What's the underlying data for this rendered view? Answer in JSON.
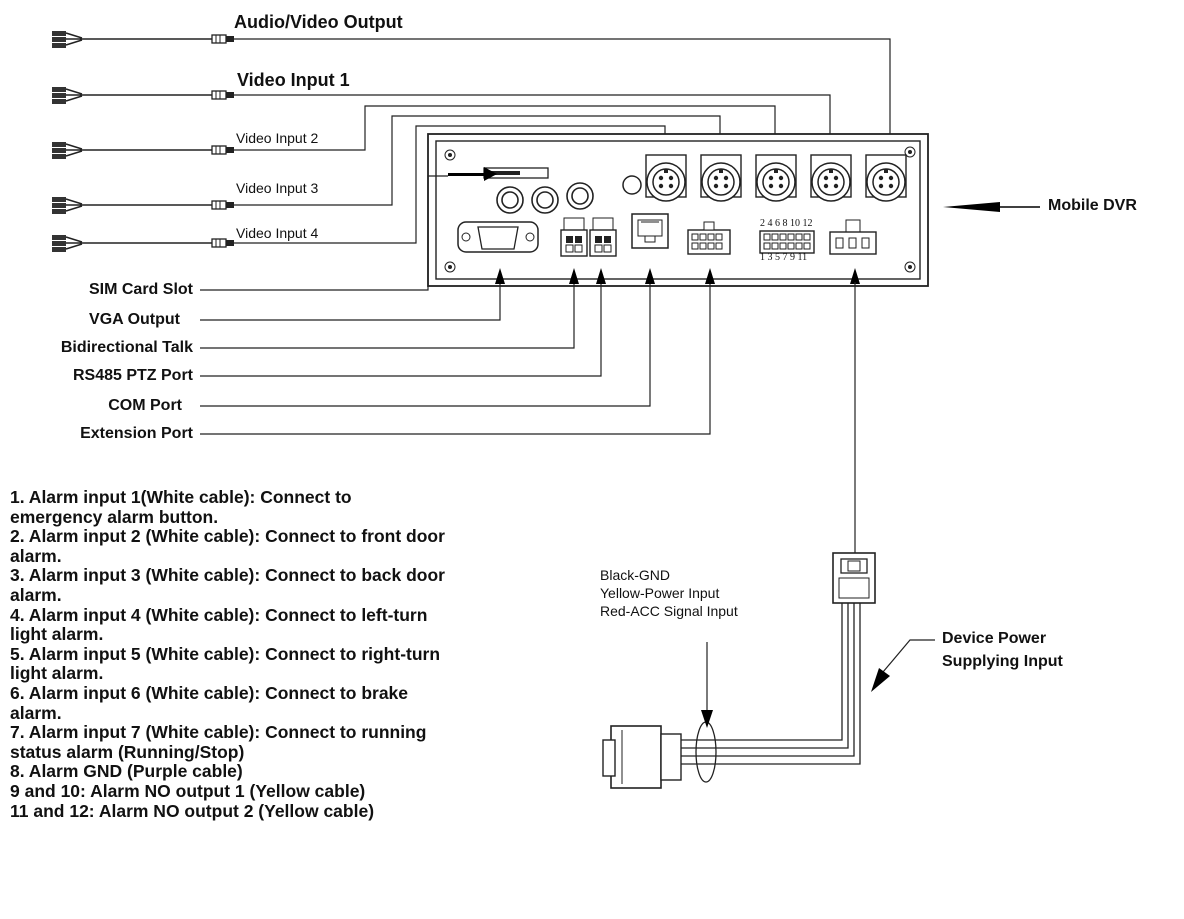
{
  "inputs": [
    {
      "label": "Audio/Video Output",
      "style": "bold"
    },
    {
      "label": "Video Input 1",
      "style": "bold"
    },
    {
      "label": "Video Input  2",
      "style": "normal"
    },
    {
      "label": "Video Input 3",
      "style": "normal"
    },
    {
      "label": "Video Input 4",
      "style": "normal"
    }
  ],
  "device_label": "Mobile DVR",
  "ports": [
    {
      "label": "SIM Card Slot"
    },
    {
      "label": "VGA Output"
    },
    {
      "label": "Bidirectional Talk"
    },
    {
      "label": "RS485 PTZ Port"
    },
    {
      "label": "COM Port"
    },
    {
      "label": "Extension Port"
    }
  ],
  "pin_numbers": {
    "top": "2 4 6 8 10 12",
    "bottom": "1 3 5 7 9 11"
  },
  "power": {
    "label_line1": "Device Power",
    "label_line2": "Supplying Input",
    "wires": [
      "Black-GND",
      "Yellow-Power Input",
      "Red-ACC Signal Input"
    ]
  },
  "notes": [
    "1. Alarm input 1(White cable): Connect to",
    "emergency alarm button.",
    "2. Alarm input 2 (White cable): Connect to front door",
    "alarm.",
    "3. Alarm input 3 (White cable): Connect to back door",
    "alarm.",
    "4. Alarm input 4 (White cable): Connect to left-turn",
    "light alarm.",
    "5. Alarm input 5 (White cable): Connect to right-turn",
    "light alarm.",
    "6. Alarm input 6 (White cable): Connect to brake",
    "alarm.",
    "7. Alarm input 7 (White cable): Connect to running",
    "status alarm (Running/Stop)",
    "8. Alarm GND (Purple cable)",
    "9 and 10: Alarm NO output 1 (Yellow cable)",
    "11 and 12: Alarm NO output 2 (Yellow cable)"
  ]
}
